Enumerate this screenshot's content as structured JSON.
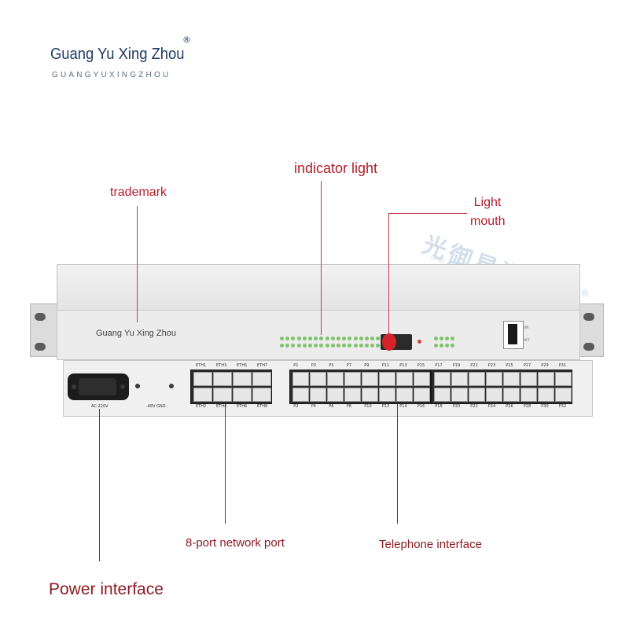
{
  "brand": {
    "name": "Guang Yu Xing Zhou",
    "subtitle": "GUANGYUXINGZHOU",
    "registered": "®"
  },
  "watermark": {
    "text": "光御星洲",
    "subtitle": "GUANGYUXINGZHOU",
    "registered": "®"
  },
  "callouts": {
    "trademark": "trademark",
    "indicator_light": "indicator light",
    "light_mouth_line1": "Light",
    "light_mouth_line2": "mouth",
    "network_port": "8-port network port",
    "telephone_interface": "Telephone interface",
    "power_interface": "Power interface"
  },
  "device": {
    "front_brand": "Guang Yu Xing Zhou",
    "switch_on": "ON",
    "switch_off": "OFF",
    "power_socket_label": "AC-220V",
    "gnd_label": "-48V GND",
    "eth_top": [
      "ETH1",
      "ETH3",
      "ETH5",
      "ETH7"
    ],
    "eth_bottom": [
      "ETH2",
      "ETH4",
      "ETH6",
      "ETH8"
    ],
    "phone_top_a": [
      "P1",
      "P3",
      "P5",
      "P7",
      "P9",
      "P11",
      "P13",
      "P15"
    ],
    "phone_bottom_a": [
      "P2",
      "P4",
      "P6",
      "P8",
      "P10",
      "P12",
      "P14",
      "P16"
    ],
    "phone_top_b": [
      "P17",
      "P19",
      "P21",
      "P23",
      "P25",
      "P27",
      "P29",
      "P31"
    ],
    "phone_bottom_b": [
      "P18",
      "P20",
      "P22",
      "P24",
      "P26",
      "P28",
      "P30",
      "P32"
    ]
  },
  "colors": {
    "callout": "#b01e2b",
    "callout_dark": "#8a1c24",
    "brand": "#1e3a5f",
    "led_green": "#7fc36c",
    "fiber_red": "#d6232b"
  }
}
